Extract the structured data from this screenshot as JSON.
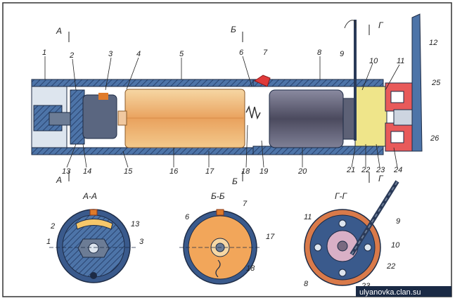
{
  "drawing": {
    "part_numbers": [
      "1",
      "2",
      "3",
      "4",
      "5",
      "6",
      "7",
      "8",
      "9",
      "10",
      "11",
      "12",
      "13",
      "14",
      "15",
      "16",
      "17",
      "18",
      "19",
      "20",
      "21",
      "22",
      "23",
      "24",
      "25",
      "26"
    ],
    "section_marks": {
      "a": "А",
      "b": "Б",
      "g": "Г"
    },
    "sections": {
      "aa": {
        "title": "А-А",
        "labels": [
          "1",
          "2",
          "13",
          "3"
        ]
      },
      "bb": {
        "title": "Б-Б",
        "labels": [
          "6",
          "7",
          "17",
          "18"
        ]
      },
      "gg": {
        "title": "Г-Г",
        "labels": [
          "11",
          "9",
          "10",
          "22",
          "8",
          "23"
        ]
      }
    },
    "watermark": "ulyanovka.clan.su"
  }
}
